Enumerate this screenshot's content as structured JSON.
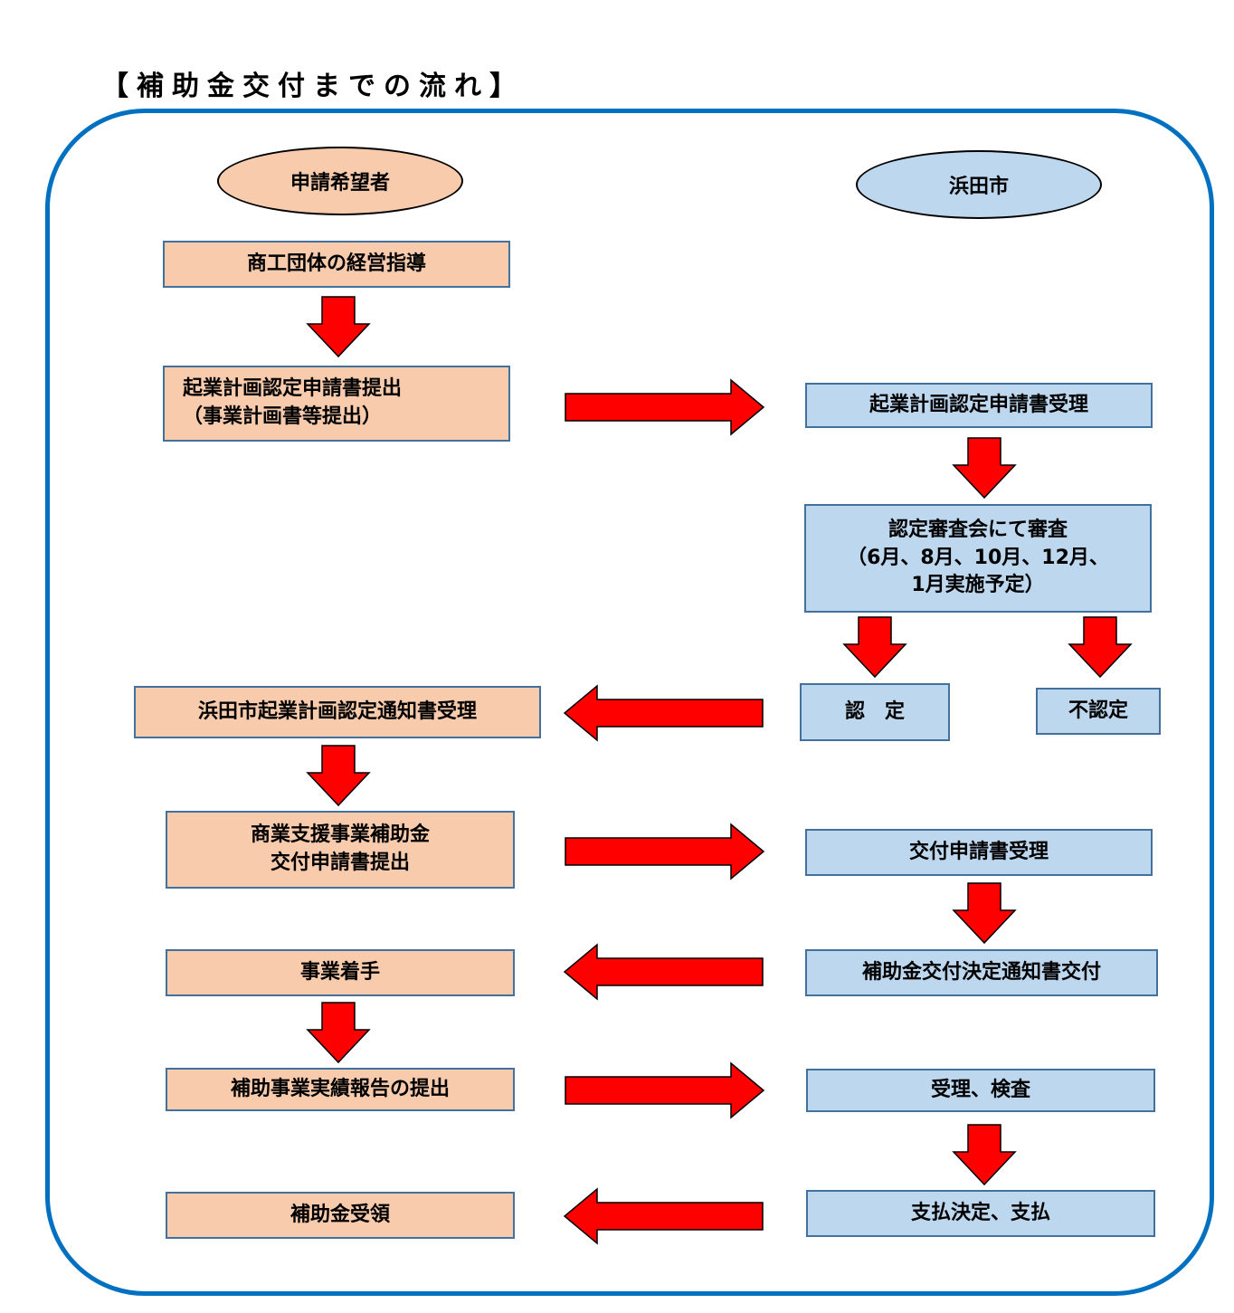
{
  "title": "【補助金交付までの流れ】",
  "colors": {
    "frame": "#0070c0",
    "applicant_fill": "#f8cbad",
    "city_fill": "#bdd7ee",
    "box_border": "#41719c",
    "arrow_fill": "#ff0000"
  },
  "applicant": {
    "label": "申請希望者",
    "steps": {
      "guidance": "商工団体の経営指導",
      "plan_submit_line1": "起業計画認定申請書提出",
      "plan_submit_line2": "（事業計画書等提出）",
      "notice_receive": "浜田市起業計画認定通知書受理",
      "grant_apply_line1": "商業支援事業補助金",
      "grant_apply_line2": "交付申請書提出",
      "start": "事業着手",
      "report": "補助事業実績報告の提出",
      "receive": "補助金受領"
    }
  },
  "city": {
    "label": "浜田市",
    "steps": {
      "plan_receive": "起業計画認定申請書受理",
      "review_line1": "認定審査会にて審査",
      "review_line2": "（6月、8月、10月、12月、",
      "review_line3": "1月実施予定）",
      "approved": "認　定",
      "rejected": "不認定",
      "grant_receive": "交付申請書受理",
      "decision_notice": "補助金交付決定通知書交付",
      "inspect": "受理、検査",
      "payment": "支払決定、支払"
    }
  },
  "arrows": [
    {
      "from": "guidance",
      "to": "plan_submit",
      "direction": "down"
    },
    {
      "from": "plan_submit",
      "to": "plan_receive",
      "direction": "right"
    },
    {
      "from": "plan_receive",
      "to": "review",
      "direction": "down"
    },
    {
      "from": "review",
      "to": "approved",
      "direction": "down"
    },
    {
      "from": "review",
      "to": "rejected",
      "direction": "down"
    },
    {
      "from": "approved",
      "to": "notice_receive",
      "direction": "left"
    },
    {
      "from": "notice_receive",
      "to": "grant_apply",
      "direction": "down"
    },
    {
      "from": "grant_apply",
      "to": "grant_receive",
      "direction": "right"
    },
    {
      "from": "grant_receive",
      "to": "decision_notice",
      "direction": "down"
    },
    {
      "from": "decision_notice",
      "to": "start",
      "direction": "left"
    },
    {
      "from": "start",
      "to": "report",
      "direction": "down"
    },
    {
      "from": "report",
      "to": "inspect",
      "direction": "right"
    },
    {
      "from": "inspect",
      "to": "payment",
      "direction": "down"
    },
    {
      "from": "payment",
      "to": "receive",
      "direction": "left"
    }
  ]
}
